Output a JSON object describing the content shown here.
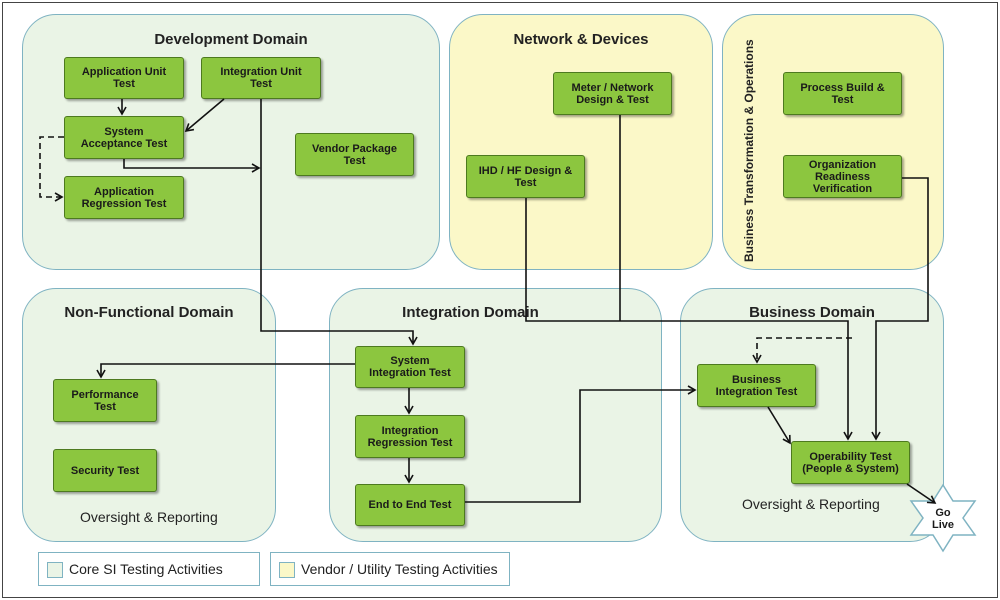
{
  "domains": {
    "development": "Development Domain",
    "network": "Network & Devices",
    "business_transformation": "Business Transformation & Operations",
    "non_functional": "Non-Functional Domain",
    "integration": "Integration Domain",
    "business": "Business Domain"
  },
  "notes": {
    "nf_oversight": "Oversight & Reporting",
    "bd_oversight": "Oversight & Reporting"
  },
  "boxes": {
    "app_unit_test": "Application Unit\nTest",
    "integration_unit_test": "Integration Unit\nTest",
    "system_acceptance_test": "System\nAcceptance Test",
    "app_regression_test": "Application\nRegression Test",
    "vendor_package_test": "Vendor Package\nTest",
    "meter_network_design_test": "Meter / Network\nDesign & Test",
    "ihd_hf_design_test": "IHD / HF Design &\nTest",
    "process_build_test": "Process Build &\nTest",
    "org_readiness_verification": "Organization\nReadiness\nVerification",
    "performance_test": "Performance\nTest",
    "security_test": "Security Test",
    "system_integration_test": "System\nIntegration Test",
    "integration_regression_test": "Integration\nRegression Test",
    "end_to_end_test": "End to End Test",
    "business_integration_test": "Business\nIntegration Test",
    "operability_test": "Operability Test\n(People & System)",
    "go_live": "Go\nLive"
  },
  "legend": {
    "core": "Core SI Testing Activities",
    "vendor": "Vendor / Utility Testing Activities"
  },
  "colors": {
    "core_bg": "#eaf4e6",
    "vendor_bg": "#fbf8c8",
    "box_green": "#8cc63f",
    "border_blue": "#7fb3c2"
  }
}
